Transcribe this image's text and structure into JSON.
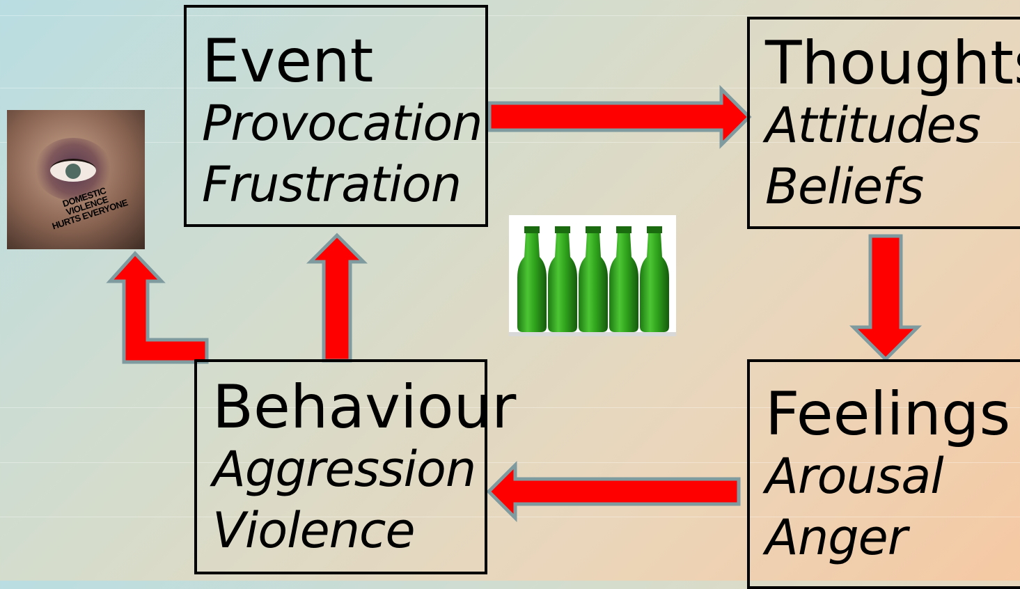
{
  "diagram": {
    "event": {
      "title": "Event",
      "lines": [
        "Provocation",
        "Frustration"
      ]
    },
    "thoughts": {
      "title": "Thoughts",
      "lines": [
        "Attitudes",
        "Beliefs"
      ]
    },
    "feelings": {
      "title": "Feelings",
      "lines": [
        "Arousal",
        "Anger"
      ]
    },
    "behaviour": {
      "title": "Behaviour",
      "lines": [
        "Aggression",
        "Violence"
      ]
    }
  },
  "images": {
    "bruised_eye": {
      "icon": "bruised-eye-photo",
      "logo_text": [
        "DOMESTIC VIOLENCE",
        "HURTS EVERYONE"
      ]
    },
    "bottles": {
      "icon": "green-bottles-photo",
      "count": 5
    }
  },
  "colors": {
    "arrow_fill": "#ff0000",
    "arrow_stroke": "#7f9ba0",
    "box_border": "#000000",
    "bottle_green": "#2fa21c"
  }
}
